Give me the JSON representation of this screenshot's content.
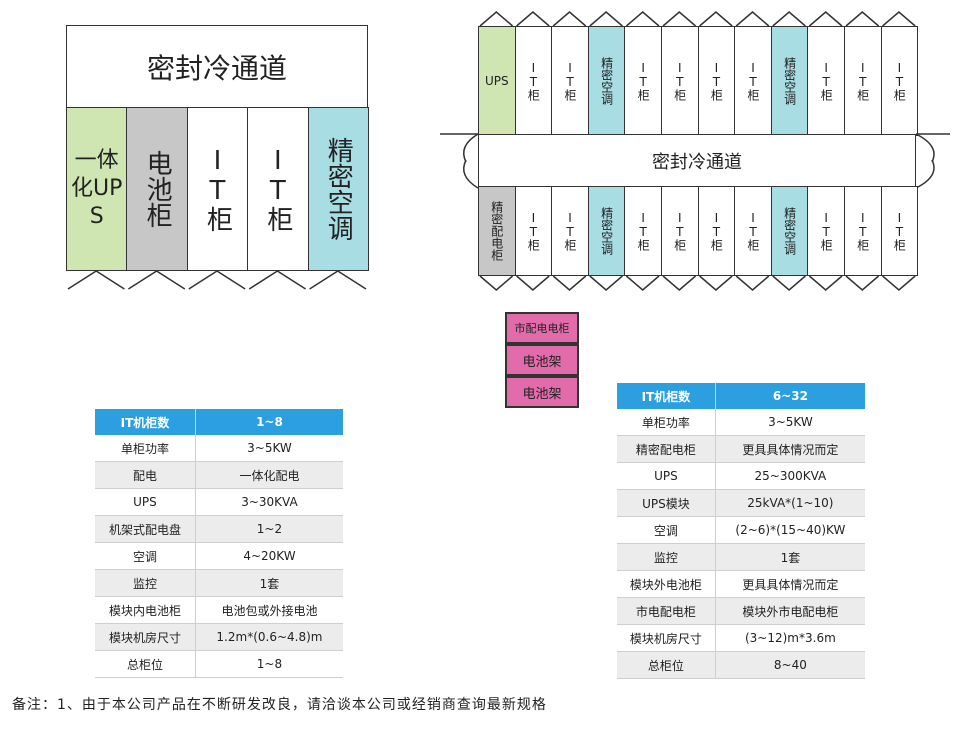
{
  "small_module": {
    "title": "密封冷通道",
    "cells": [
      {
        "label": "一体化UPS",
        "color": "green"
      },
      {
        "label": "电池柜",
        "color": "gray"
      },
      {
        "label": "IT柜",
        "color": "white"
      },
      {
        "label": "IT柜",
        "color": "white"
      },
      {
        "label": "精密空调",
        "color": "cyan"
      }
    ]
  },
  "large_module": {
    "title": "密封冷通道",
    "top_row": [
      {
        "label": "UPS",
        "color": "green"
      },
      {
        "label": "IT柜",
        "color": "white"
      },
      {
        "label": "IT柜",
        "color": "white"
      },
      {
        "label": "精密空调",
        "color": "cyan"
      },
      {
        "label": "IT柜",
        "color": "white"
      },
      {
        "label": "IT柜",
        "color": "white"
      },
      {
        "label": "IT柜",
        "color": "white"
      },
      {
        "label": "IT柜",
        "color": "white"
      },
      {
        "label": "精密空调",
        "color": "cyan"
      },
      {
        "label": "IT柜",
        "color": "white"
      },
      {
        "label": "IT柜",
        "color": "white"
      },
      {
        "label": "IT柜",
        "color": "white"
      }
    ],
    "bottom_row": [
      {
        "label": "精密配电柜",
        "color": "gray"
      },
      {
        "label": "IT柜",
        "color": "white"
      },
      {
        "label": "IT柜",
        "color": "white"
      },
      {
        "label": "精密空调",
        "color": "cyan"
      },
      {
        "label": "IT柜",
        "color": "white"
      },
      {
        "label": "IT柜",
        "color": "white"
      },
      {
        "label": "IT柜",
        "color": "white"
      },
      {
        "label": "IT柜",
        "color": "white"
      },
      {
        "label": "精密空调",
        "color": "cyan"
      },
      {
        "label": "IT柜",
        "color": "white"
      },
      {
        "label": "IT柜",
        "color": "white"
      },
      {
        "label": "IT柜",
        "color": "white"
      }
    ],
    "external": [
      "市配电电柜",
      "电池架",
      "电池架"
    ]
  },
  "table_small": {
    "header": [
      "IT机柜数",
      "1~8"
    ],
    "rows": [
      [
        "单柜功率",
        "3~5KW"
      ],
      [
        "配电",
        "一体化配电"
      ],
      [
        "UPS",
        "3~30KVA"
      ],
      [
        "机架式配电盘",
        "1~2"
      ],
      [
        "空调",
        "4~20KW"
      ],
      [
        "监控",
        "1套"
      ],
      [
        "模块内电池柜",
        "电池包或外接电池"
      ],
      [
        "模块机房尺寸",
        "1.2m*(0.6~4.8)m"
      ],
      [
        "总柜位",
        "1~8"
      ]
    ]
  },
  "table_large": {
    "header": [
      "IT机柜数",
      "6~32"
    ],
    "rows": [
      [
        "单柜功率",
        "3~5KW"
      ],
      [
        "精密配电柜",
        "更具具体情况而定"
      ],
      [
        "UPS",
        "25~300KVA"
      ],
      [
        "UPS模块",
        "25kVA*(1~10)"
      ],
      [
        "空调",
        "(2~6)*(15~40)KW"
      ],
      [
        "监控",
        "1套"
      ],
      [
        "模块外电池柜",
        "更具具体情况而定"
      ],
      [
        "市电配电柜",
        "模块外市电配电柜"
      ],
      [
        "模块机房尺寸",
        "(3~12)m*3.6m"
      ],
      [
        "总柜位",
        "8~40"
      ]
    ]
  },
  "footnote": "备注：1、由于本公司产品在不断研发改良，请洽谈本公司或经销商查询最新规格",
  "colors": {
    "green": "#cfe6b2",
    "gray": "#c7c7c7",
    "cyan": "#a8dde4",
    "pink": "#e26bab",
    "header_blue": "#2b9fe0"
  }
}
